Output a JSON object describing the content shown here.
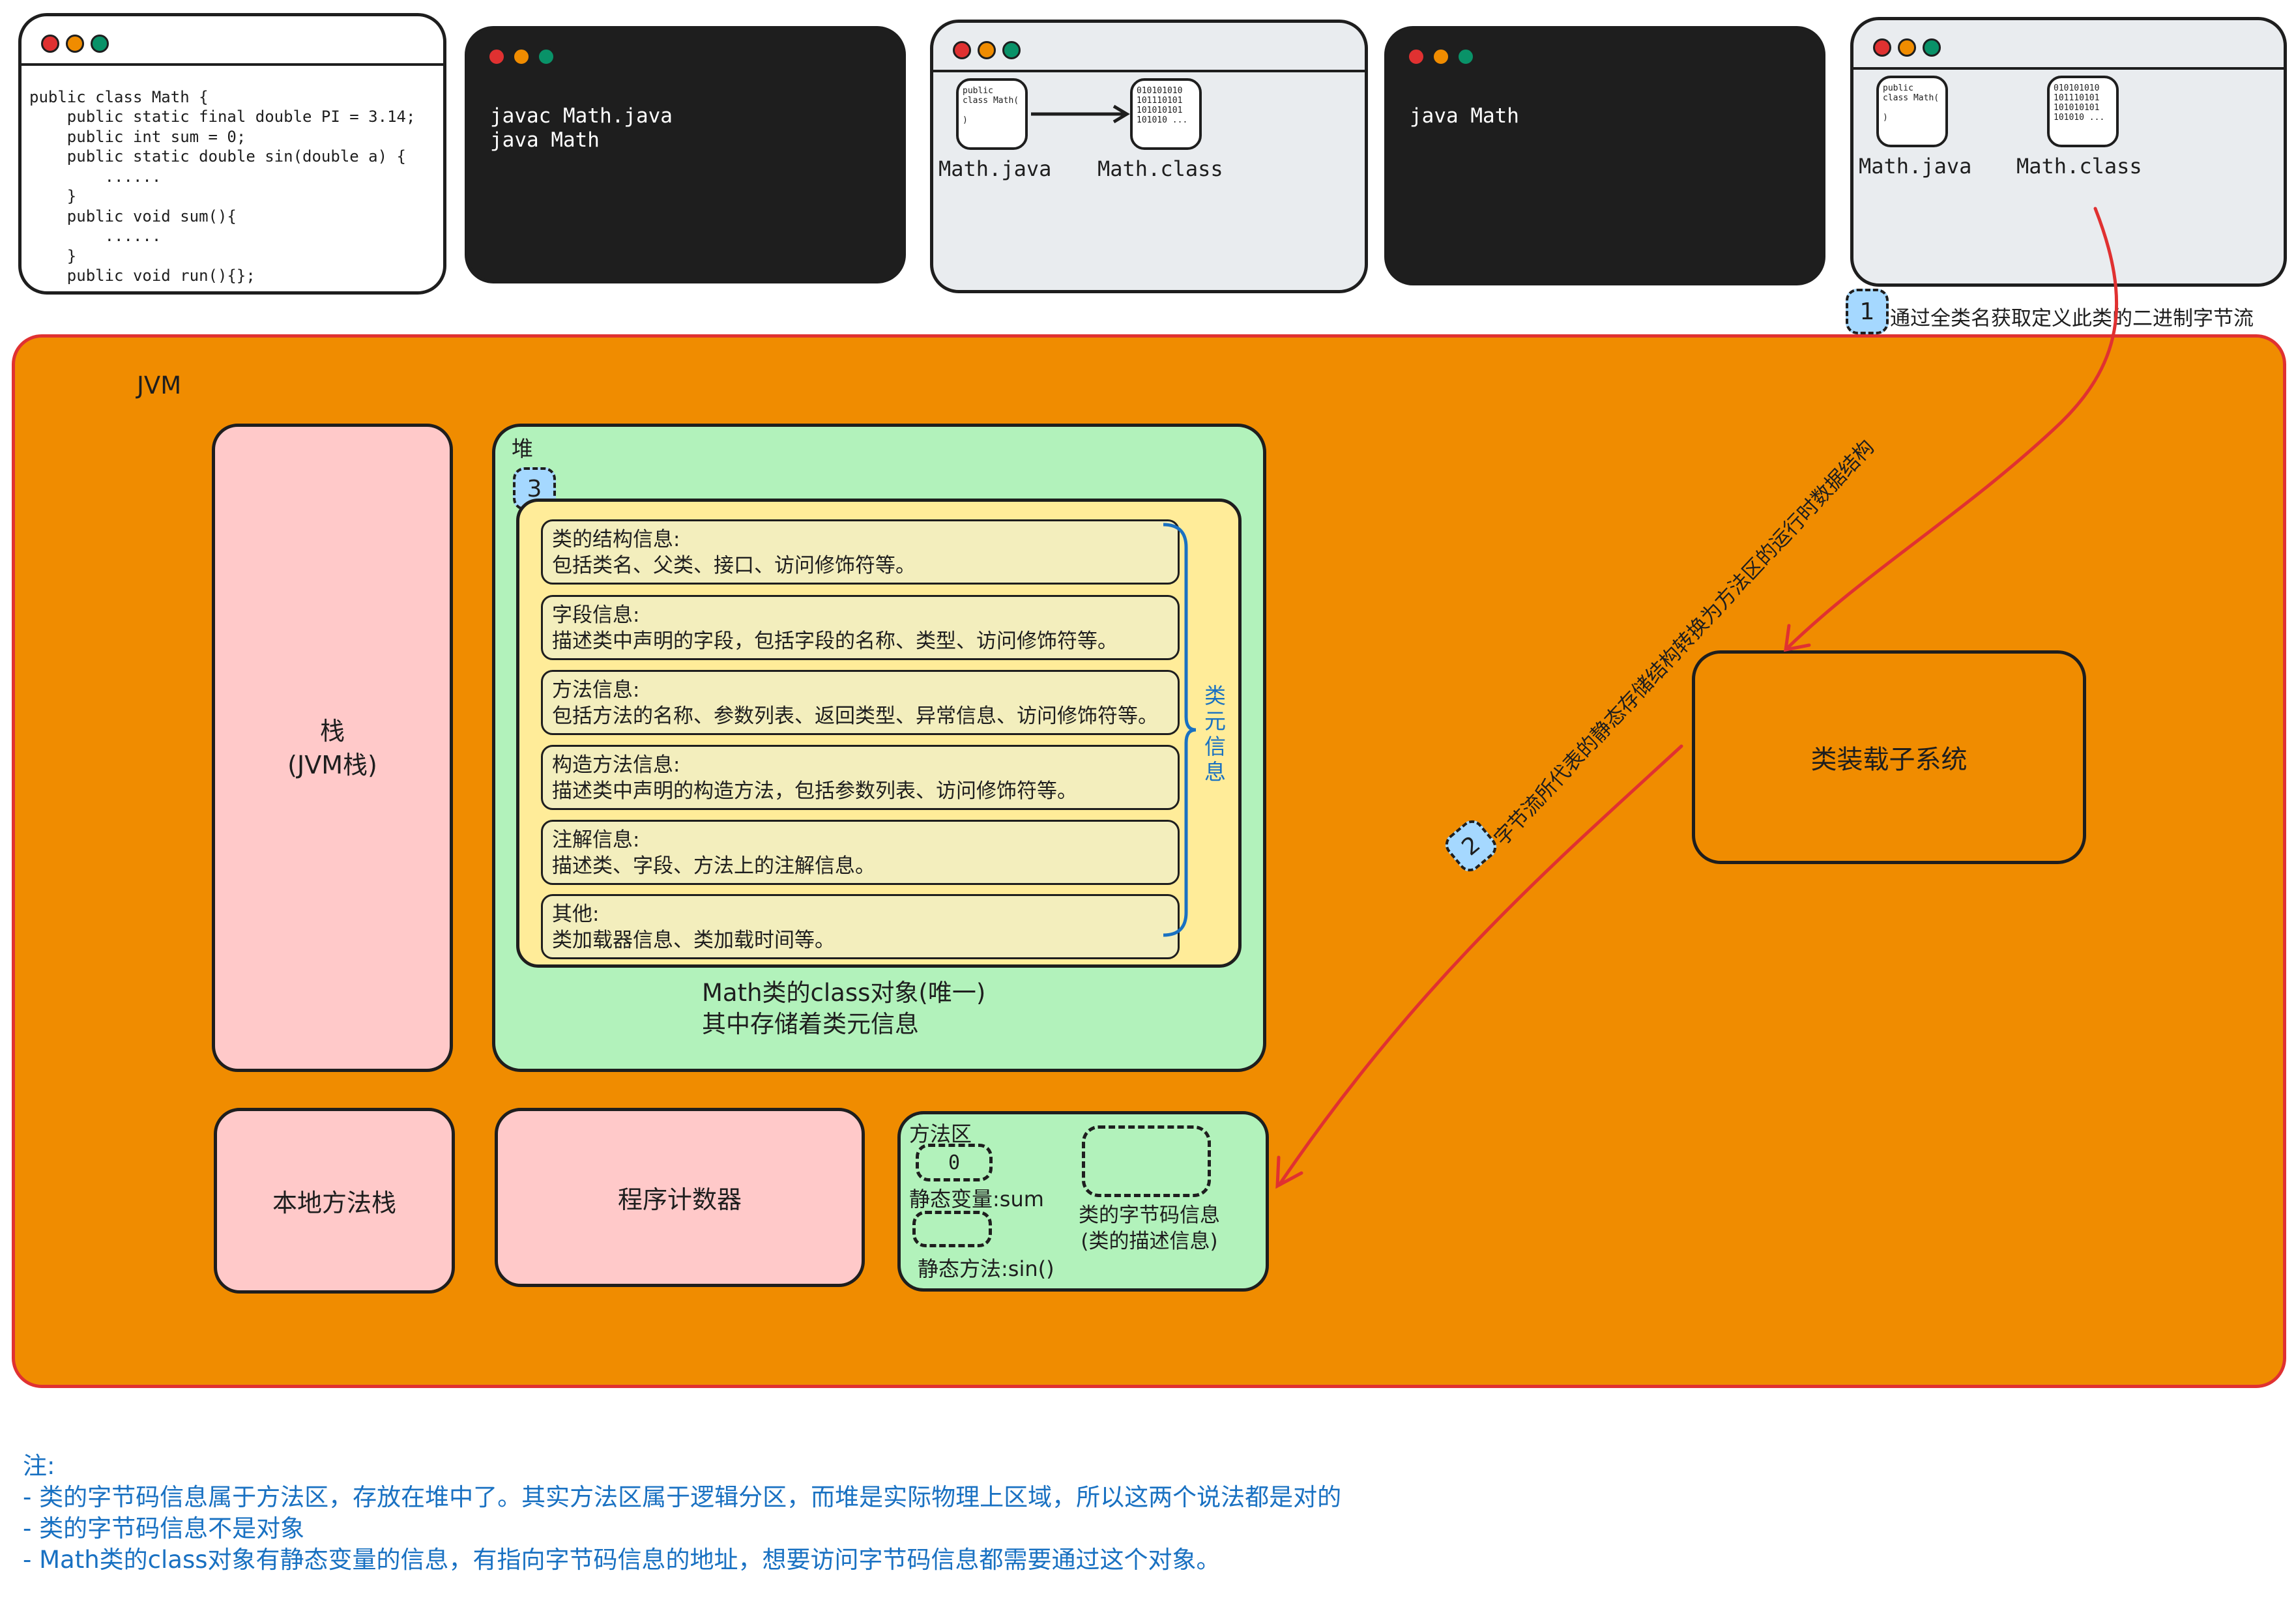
{
  "windows": {
    "code_window": {
      "lines": [
        "public class Math {",
        "    public static final double PI = 3.14;",
        "    public int sum = 0;",
        "    public static double sin(double a) {",
        "        ......",
        "    }",
        "    public void sum(){",
        "        ......",
        "    }",
        "    public void run(){};",
        "}"
      ]
    },
    "terminal_1": {
      "line1": "javac Math.java",
      "line2": "java Math"
    },
    "compile_window": {
      "source_preview": "public\nclass Math(\n\n)",
      "binary_preview": "010101010\n101110101\n101010101\n101010 ...",
      "source_label": "Math.java",
      "class_label": "Math.class"
    },
    "terminal_2": {
      "line1": "java Math"
    },
    "files_window": {
      "source_preview": "public\nclass Math(\n\n)",
      "binary_preview": "010101010\n101110101\n101010101\n101010 ...",
      "source_label": "Math.java",
      "class_label": "Math.class"
    }
  },
  "steps": {
    "step1": {
      "number": "1",
      "text": "通过全类名获取定义此类的二进制字节流"
    },
    "step2": {
      "number": "2",
      "text": "字节流所代表的静态存储结构转换为方法区的运行时数据结构"
    },
    "step3": {
      "number": "3"
    }
  },
  "jvm": {
    "label": "JVM",
    "stack": {
      "line1": "栈",
      "line2": "(JVM栈)"
    },
    "heap": {
      "label": "堆",
      "class_meta_rows": [
        {
          "title": "类的结构信息:",
          "desc": "包括类名、父类、接口、访问修饰符等。"
        },
        {
          "title": "字段信息:",
          "desc": "描述类中声明的字段，包括字段的名称、类型、访问修饰符等。"
        },
        {
          "title": "方法信息:",
          "desc": "包括方法的名称、参数列表、返回类型、异常信息、访问修饰符等。"
        },
        {
          "title": "构造方法信息:",
          "desc": "描述类中声明的构造方法，包括参数列表、访问修饰符等。"
        },
        {
          "title": "注解信息:",
          "desc": "描述类、字段、方法上的注解信息。"
        },
        {
          "title": "其他:",
          "desc": "类加载器信息、类加载时间等。"
        }
      ],
      "brace_label": "类元信息",
      "caption_line1": "Math类的class对象(唯一)",
      "caption_line2": "其中存储着类元信息"
    },
    "native_stack": "本地方法栈",
    "program_counter": "程序计数器",
    "method_area": {
      "label": "方法区",
      "static_value": "0",
      "static_var": "静态变量:sum",
      "static_method": "静态方法:sin()",
      "bytecode_line1": "类的字节码信息",
      "bytecode_line2": "(类的描述信息)"
    },
    "class_loader": "类装载子系统"
  },
  "notes": {
    "title": "注:",
    "lines": [
      "- 类的字节码信息属于方法区，存放在堆中了。其实方法区属于逻辑分区，而堆是实际物理上区域，所以这两个说法都是对的",
      "- 类的字节码信息不是对象",
      "- Math类的class对象有静态变量的信息，有指向字节码信息的地址，想要访问字节码信息都需要通过这个对象。"
    ]
  },
  "colors": {
    "jvm_fill": "#f08c00",
    "arrow_red": "#e03131",
    "stack_pink": "#ffc9c9",
    "heap_green": "#b2f2bb",
    "meta_yellow": "#ffec99",
    "badge_blue": "#a5d8ff",
    "note_blue": "#1971c2"
  }
}
